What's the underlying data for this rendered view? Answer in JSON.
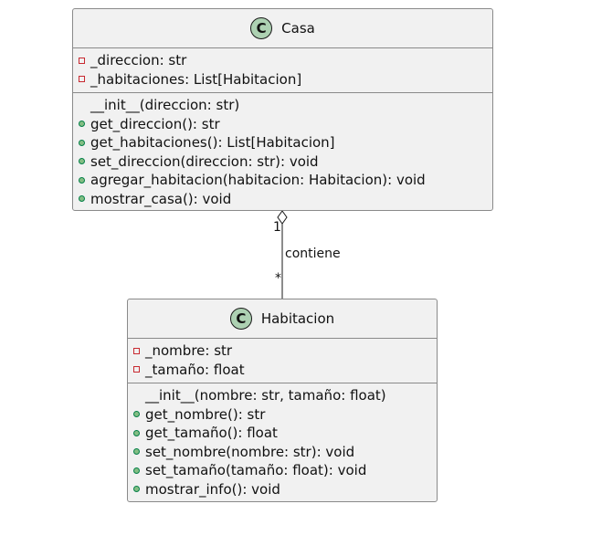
{
  "classes": {
    "casa": {
      "badge": "C",
      "name": "Casa",
      "attributes": [
        {
          "visibility": "private",
          "text": "_direccion: str"
        },
        {
          "visibility": "private",
          "text": "_habitaciones: List[Habitacion]"
        }
      ],
      "methods": [
        {
          "visibility": "none",
          "text": "__init__(direccion: str)"
        },
        {
          "visibility": "public",
          "text": "get_direccion(): str"
        },
        {
          "visibility": "public",
          "text": "get_habitaciones(): List[Habitacion]"
        },
        {
          "visibility": "public",
          "text": "set_direccion(direccion: str): void"
        },
        {
          "visibility": "public",
          "text": "agregar_habitacion(habitacion: Habitacion): void"
        },
        {
          "visibility": "public",
          "text": "mostrar_casa(): void"
        }
      ]
    },
    "habitacion": {
      "badge": "C",
      "name": "Habitacion",
      "attributes": [
        {
          "visibility": "private",
          "text": "_nombre: str"
        },
        {
          "visibility": "private",
          "text": "_tamaño: float"
        }
      ],
      "methods": [
        {
          "visibility": "none",
          "text": "__init__(nombre: str, tamaño: float)"
        },
        {
          "visibility": "public",
          "text": "get_nombre(): str"
        },
        {
          "visibility": "public",
          "text": "get_tamaño(): float"
        },
        {
          "visibility": "public",
          "text": "set_nombre(nombre: str): void"
        },
        {
          "visibility": "public",
          "text": "set_tamaño(tamaño: float): void"
        },
        {
          "visibility": "public",
          "text": "mostrar_info(): void"
        }
      ]
    }
  },
  "relation": {
    "type": "aggregation",
    "label": "contiene",
    "source_multiplicity": "1",
    "target_multiplicity": "*"
  },
  "colors": {
    "class_fill": "#f1f1f1",
    "class_border": "#8a8a8a",
    "badge_fill": "#add1b2",
    "private_marker": "#c82930",
    "public_marker_fill": "#84be84",
    "public_marker_border": "#038048",
    "line": "#181818"
  }
}
